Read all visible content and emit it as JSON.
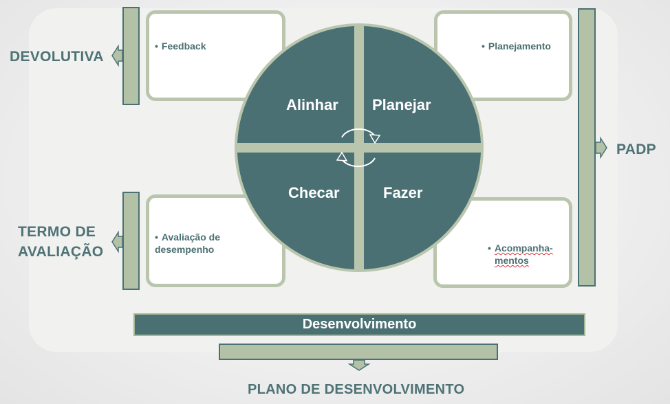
{
  "colors": {
    "teal": "#4b7074",
    "sage": "#b3c2a6",
    "card_border": "#b9c6ad",
    "label_text": "#4e7275",
    "panel": "#f1f1f0"
  },
  "quadrants": {
    "top_left": "Alinhar",
    "top_right": "Planejar",
    "bottom_left": "Checar",
    "bottom_right": "Fazer"
  },
  "cards": {
    "top_left": "Feedback",
    "top_right": "Planejamento",
    "bottom_left_line1": "Avaliação de",
    "bottom_left_line2": "desempenho",
    "bottom_right_line1": "Acompanha-",
    "bottom_right_line2": "mentos"
  },
  "bullet_symbol": "•",
  "labels": {
    "devolutiva": "DEVOLUTIVA",
    "termo_line1": "TERMO DE",
    "termo_line2": "AVALIAÇÃO",
    "padp": "PADP",
    "desenvolvimento": "Desenvolvimento",
    "plano": "PLANO DE DESENVOLVIMENTO"
  },
  "icons": {
    "cycle": "circular-arrows-icon",
    "arrows": [
      "arrow-left-icon",
      "arrow-right-icon",
      "arrow-down-icon"
    ]
  }
}
